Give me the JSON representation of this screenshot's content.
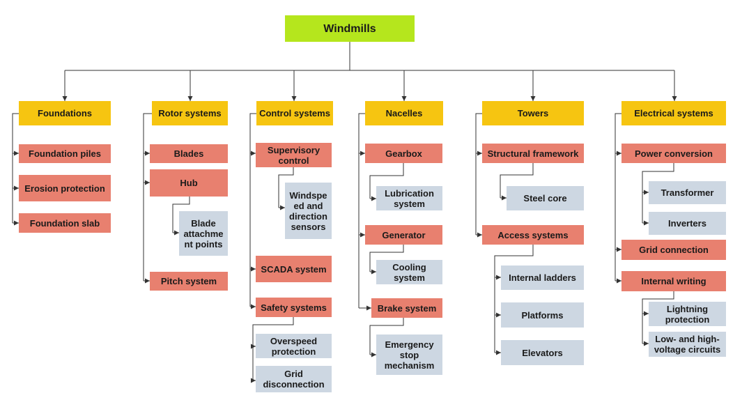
{
  "root": "Windmills",
  "categories": [
    {
      "label": "Foundations",
      "items": [
        {
          "label": "Foundation piles",
          "children": []
        },
        {
          "label": "Erosion protection",
          "children": []
        },
        {
          "label": "Foundation slab",
          "children": []
        }
      ]
    },
    {
      "label": "Rotor systems",
      "items": [
        {
          "label": "Blades",
          "children": []
        },
        {
          "label": "Hub",
          "children": [
            "Blade attachme nt points"
          ]
        },
        {
          "label": "Pitch system",
          "children": []
        }
      ]
    },
    {
      "label": "Control systems",
      "items": [
        {
          "label": "Supervisory control",
          "children": [
            "Windspe ed and direction sensors"
          ]
        },
        {
          "label": "SCADA system",
          "children": []
        },
        {
          "label": "Safety systems",
          "children": [
            "Overspeed protection",
            "Grid disconnection"
          ]
        }
      ]
    },
    {
      "label": "Nacelles",
      "items": [
        {
          "label": "Gearbox",
          "children": [
            "Lubrication system"
          ]
        },
        {
          "label": "Generator",
          "children": [
            "Cooling system"
          ]
        },
        {
          "label": "Brake system",
          "children": [
            "Emergency stop mechanism"
          ]
        }
      ]
    },
    {
      "label": "Towers",
      "items": [
        {
          "label": "Structural framework",
          "children": [
            "Steel core"
          ]
        },
        {
          "label": "Access systems",
          "children": [
            "Internal ladders",
            "Platforms",
            "Elevators"
          ]
        }
      ]
    },
    {
      "label": "Electrical systems",
      "items": [
        {
          "label": "Power conversion",
          "children": [
            "Transformer",
            "Inverters"
          ]
        },
        {
          "label": "Grid connection",
          "children": []
        },
        {
          "label": "Internal writing",
          "children": [
            "Lightning protection",
            "Low- and high-voltage circuits"
          ]
        }
      ]
    }
  ]
}
